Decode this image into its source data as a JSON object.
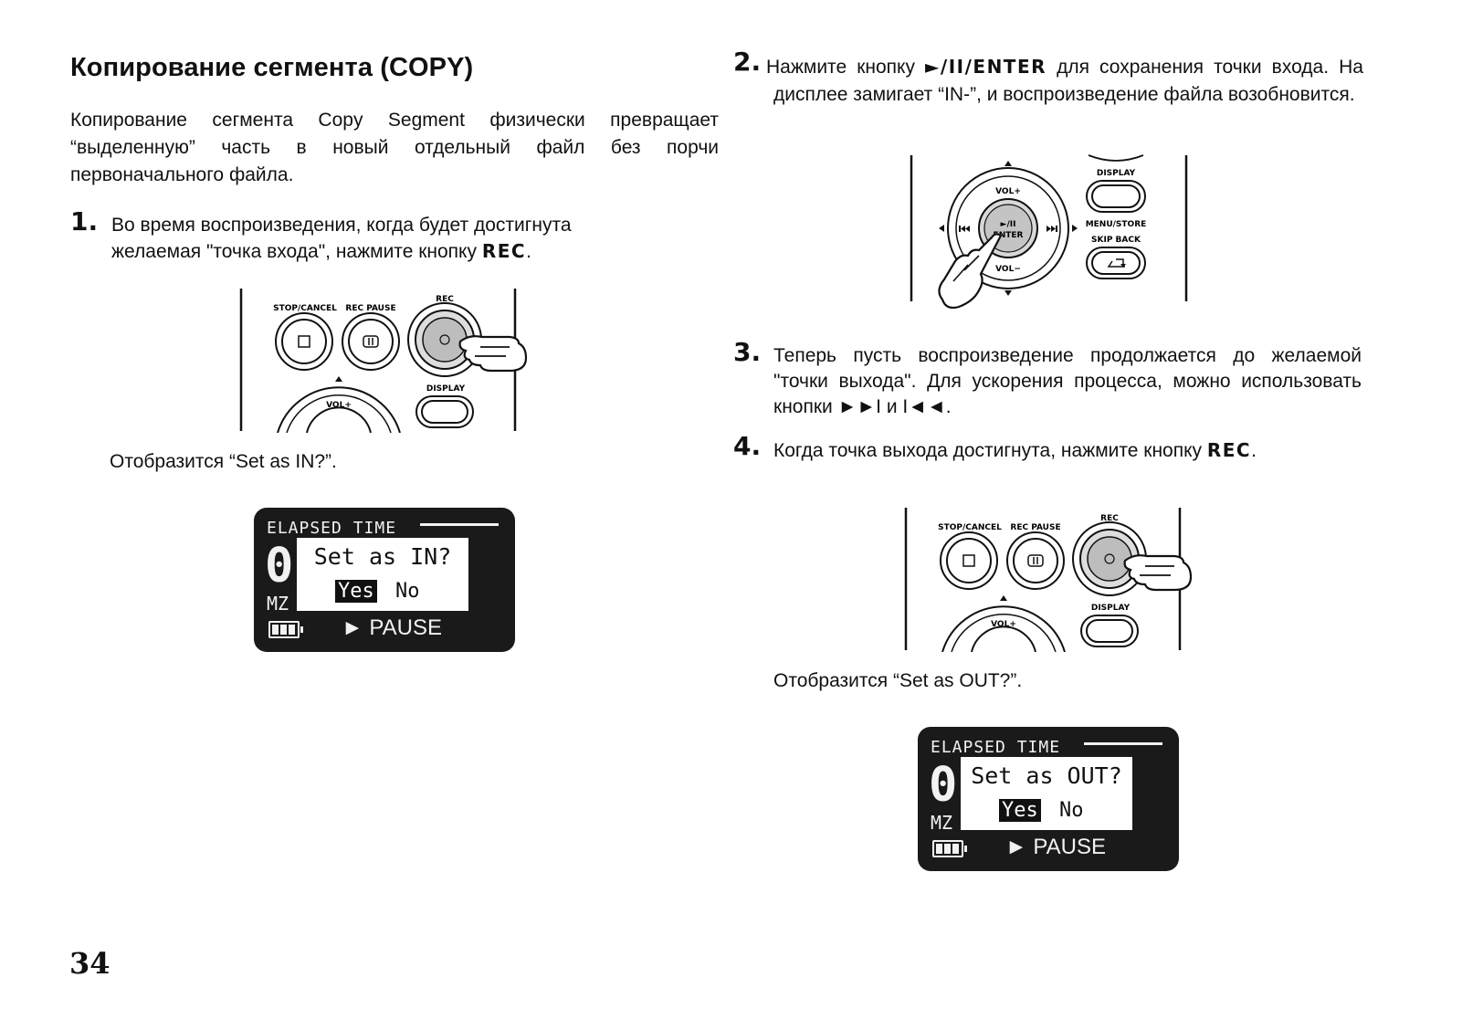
{
  "page": {
    "heading": "Копирование сегмента (COPY)",
    "intro": "Копирование сегмента Copy Segment физически превращает “выделенную” часть в новый отдельный файл без порчи первоначального файла.",
    "page_number": "34"
  },
  "steps": {
    "s1": {
      "num": "1.",
      "text_a": "Во время воспроизведения, когда будет достигнута желаемая \"точка входа\", нажмите кнопку ",
      "key": "REC",
      "text_b": "."
    },
    "s1_caption": "Отобразится “Set as IN?”.",
    "s2": {
      "num": "2.",
      "text_a": "Нажмите кнопку ",
      "key": "►/II/ENTER",
      "text_b": " для сохранения точки входа. На дисплее замигает “IN-”, и  воспроизведение файла возобновится."
    },
    "s3": {
      "num": "3.",
      "text": "Теперь пусть воспроизведение продолжается до желаемой \"точки выхода\". Для ускорения процесса, можно использовать кнопки ►►I и I◄◄."
    },
    "s4": {
      "num": "4.",
      "text_a": "Когда точка выхода достигнута, нажмите кнопку ",
      "key": "REC",
      "text_b": "."
    },
    "s4_caption": "Отобразится “Set as OUT?”."
  },
  "device_labels": {
    "stop_cancel": "STOP/CANCEL",
    "rec_pause": "REC PAUSE",
    "rec": "REC",
    "display": "DISPLAY",
    "vol_plus": "VOL+",
    "vol_minus": "VOL−",
    "enter": "ENTER",
    "play_pause": "►/II",
    "menu_store": "MENU/STORE",
    "skip_back": "SKIP BACK"
  },
  "lcd_in": {
    "elapsed": "ELAPSED TIME",
    "big": "0",
    "mz": "MZ",
    "dialog": "Set as IN?",
    "yes": "Yes",
    "no": "No",
    "status": "► PAUSE"
  },
  "lcd_out": {
    "elapsed": "ELAPSED TIME",
    "big": "0",
    "mz": "MZ",
    "dialog": "Set as OUT?",
    "yes": "Yes",
    "no": "No",
    "status": "► PAUSE"
  },
  "colors": {
    "text": "#111111",
    "lcd_bg": "#1a1a1a",
    "rec_button": "#bdbdbd"
  }
}
